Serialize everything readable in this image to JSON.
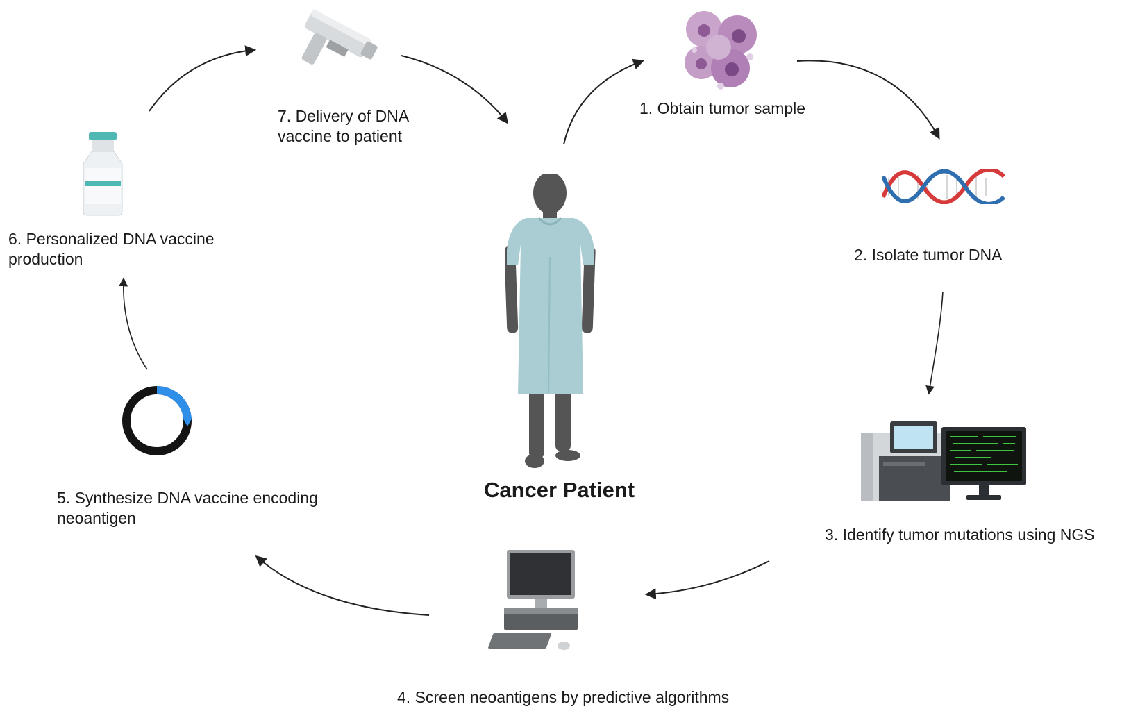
{
  "center": {
    "title": "Cancer Patient"
  },
  "steps": [
    {
      "label": "1.  Obtain tumor sample"
    },
    {
      "label": "2. Isolate tumor DNA"
    },
    {
      "label": "3. Identify tumor mutations using NGS"
    },
    {
      "label": "4. Screen neoantigens by predictive algorithms"
    },
    {
      "lines": [
        "5. Synthesize DNA vaccine encoding",
        "neoantigen"
      ]
    },
    {
      "lines": [
        "6. Personalized DNA vaccine",
        "production"
      ]
    },
    {
      "lines": [
        "7. Delivery of DNA",
        "vaccine to patient"
      ]
    }
  ],
  "colors": {
    "gown": "#a9cdd3",
    "skin": "#555555",
    "tumor": "#b98bbd",
    "dna_red": "#d63a3a",
    "dna_blue": "#2f6fb0",
    "plasmid_accent": "#2f8fe8",
    "vial_band": "#4fb8b3",
    "arrow": "#222222"
  },
  "icons": [
    "tumor-cells-icon",
    "dna-helix-icon",
    "sequencer-icon",
    "computer-icon",
    "plasmid-icon",
    "vaccine-vial-icon",
    "injector-icon",
    "patient-figure"
  ]
}
